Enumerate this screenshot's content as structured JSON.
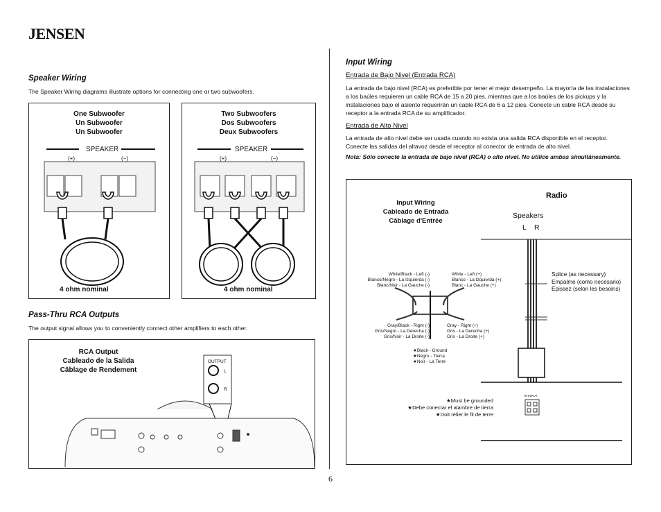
{
  "brand": "JENSEN",
  "speaker_wiring": {
    "title": "Speaker Wiring",
    "desc": "The Speaker Wiring diagrams illustrate options for connecting one or two subwoofers.",
    "one": {
      "l1": "One Subwoofer",
      "l2": "Un Subwoofer",
      "l3": "Un Subwoofer",
      "speaker": "SPEAKER",
      "plus": "(+)",
      "minus": "(−)",
      "ohm": "4 ohm nominal"
    },
    "two": {
      "l1": "Two Subwoofers",
      "l2": "Dos Subwoofers",
      "l3": "Deux Subwoofers",
      "speaker": "SPEAKER",
      "plus": "(+)",
      "minus": "(−)",
      "ohm": "4 ohm nominal"
    }
  },
  "pass_thru": {
    "title": "Pass-Thru RCA Outputs",
    "desc": "The output signal allows you to conveniently connect other amplifiers to each other.",
    "cap1": "RCA Output",
    "cap2": "Cableado de la Salida",
    "cap3": "Câblage de Rendement",
    "out_label": "OUTPUT",
    "l": "L",
    "r": "R"
  },
  "input_wiring": {
    "title": "Input Wiring",
    "low_title": "Entrada de Bajo Nivel (Entrada RCA)",
    "low_text": "La entrada de bajo nivel (RCA) es preferible por tener el mejor desempeño. La mayoría de las instalaciones a los baúles requieren un cable RCA de 15 a 20 pies, mientras que a los baúles de los pickups y la instalaciones bajo el asiento requerirán un cable RCA de 6 a 12 pies. Conecte un cable RCA desde su receptor a la entrada RCA de su amplificador.",
    "high_title": "Entrada de Alto Nivel",
    "high_text": "La entrada de alto nivel debe ser usada cuando no exista una salida RCA disponible en el receptor. Conecte las salidas del altavoz desde el receptor al conector de entrada de alto nivel.",
    "note": "Nota: Sólo conecte la entrada de bajo nivel (RCA) o alto nivel. No utilice ambas simultáneamente."
  },
  "input_diagram": {
    "cap1": "Input Wiring",
    "cap2": "Cableado de Entrada",
    "cap3": "Câblage d'Entrée",
    "radio": "Radio",
    "speakers": "Speakers",
    "l": "L",
    "r": "R",
    "splice1": "Splice (as necessary)",
    "splice2": "Empalme (como necesario)",
    "splice3": "Épissez (selon les besoins)",
    "wl1": "White/Black - Left (-)",
    "wl2": "Blanco/Negro - La Izquierda (-)",
    "wl3": "Blanc/Noir - La Gauche (-)",
    "wr1": "White - Left (+)",
    "wr2": "Blanco - La Izquierda (+)",
    "wr3": "Blanc - La Gauche (+)",
    "gl1": "Gray/Black - Right (-)",
    "gl2": "Gris/Negro - La Derecha (-)",
    "gl3": "Gris/Noir - La Droite (-)",
    "gr1": "Gray - Right (+)",
    "gr2": "Gris - La Derecha (+)",
    "gr3": "Gris - La Droite (+)",
    "bk1": "★Black - Ground",
    "bk2": "★Negro - Tierra",
    "bk3": "★Noir - La Terre",
    "g1": "★Must be grounded",
    "g2": "★Debe conectar el alambre de tierra",
    "g3": "★Doit relier le fil de terre",
    "hi_input": "HI-INPUT"
  },
  "page_number": "6"
}
